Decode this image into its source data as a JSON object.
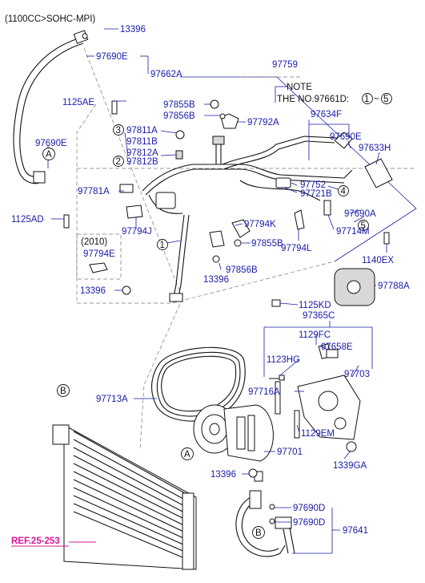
{
  "header": {
    "variant": "(1100CC>SOHC-MPI)"
  },
  "note": {
    "title": "NOTE",
    "text": "THE NO.97661D:",
    "range_start": "1",
    "range_sep": "~",
    "range_end": "5"
  },
  "callouts": {
    "c1": "1",
    "c2": "2",
    "c3": "3",
    "c4": "4",
    "c5": "5",
    "A1": "A",
    "A2": "A",
    "B1": "B",
    "B2": "B"
  },
  "inset": {
    "year": "(2010)",
    "part": "97794E"
  },
  "labels": {
    "p13396_top": "13396",
    "p97690E_top": "97690E",
    "p97662A": "97662A",
    "p97759": "97759",
    "p1125AE": "1125AE",
    "p97855B_top": "97855B",
    "p97856B_top": "97856B",
    "p97792A": "97792A",
    "p97634F": "97634F",
    "p97811A": "97811A",
    "p97811B": "97811B",
    "p97812A": "97812A",
    "p97812B": "97812B",
    "p97690E_mid": "97690E",
    "p97633H": "97633H",
    "p97690E_left": "97690E",
    "p97781A": "97781A",
    "p97752": "97752",
    "p97721B": "97721B",
    "p1125AD": "1125AD",
    "p97794J": "97794J",
    "p97794K": "97794K",
    "p97714M": "97714M",
    "p97690A": "97690A",
    "p97855B_bot": "97855B",
    "p97794L": "97794L",
    "p97856B_bot": "97856B",
    "p13396_mid": "13396",
    "p1140EX": "1140EX",
    "p13396_left": "13396",
    "p97788A": "97788A",
    "p1125KD": "1125KD",
    "p97365C": "97365C",
    "p1129FC": "1129FC",
    "p1123HG": "1123HG",
    "p97658E": "97658E",
    "p97703": "97703",
    "p97713A": "97713A",
    "p97716A": "97716A",
    "p1129EM": "1129EM",
    "p97701": "97701",
    "p1339GA": "1339GA",
    "p13396_bot": "13396",
    "p97690D_1": "97690D",
    "p97690D_2": "97690D",
    "p97641": "97641"
  },
  "reference": {
    "text": "REF.25-253",
    "color": "#d6179a"
  },
  "colors": {
    "label": "#1a1aa8",
    "line": "#111111",
    "dashed": "#777777"
  }
}
